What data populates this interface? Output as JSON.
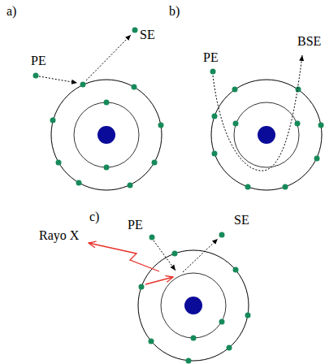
{
  "diagram": {
    "labels": [
      "a)",
      "SE",
      "b)",
      "PE",
      "BSE",
      "PE",
      "c)",
      "SE",
      "Rayo X",
      "PE"
    ]
  }
}
